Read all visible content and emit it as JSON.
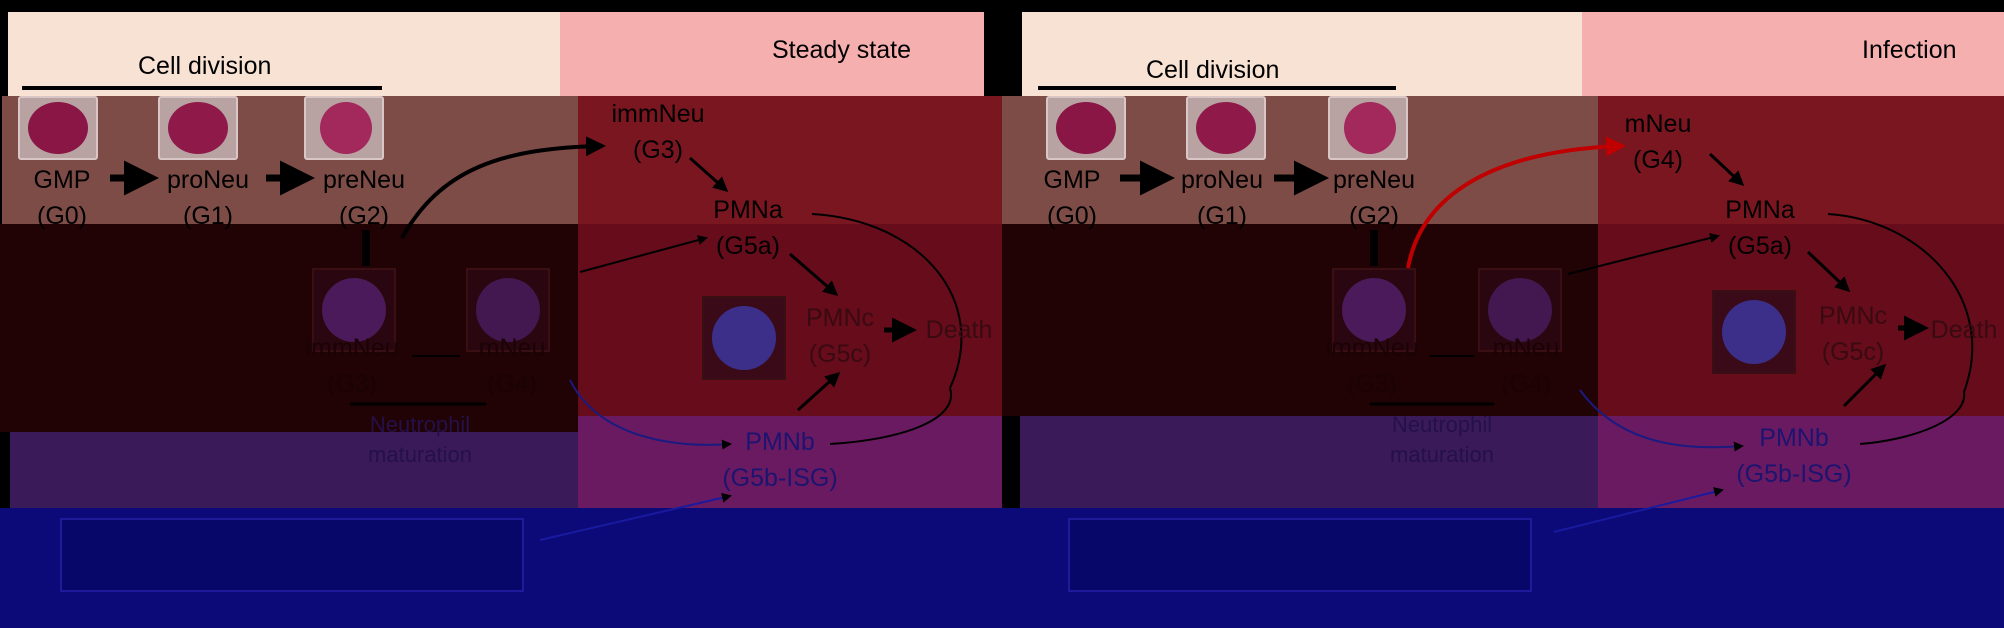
{
  "colors": {
    "beige": "#f7e2d4",
    "pink": "#f6afaf",
    "dark_red": "#7a1620",
    "steady_arrow": "#000000",
    "infection_arrow": "#c00000",
    "cell_purple": "#8a1645"
  },
  "panels": [
    {
      "state_label": "Steady state",
      "division_label": "Cell division",
      "immature_top": [
        "immNeu",
        "(G3)"
      ],
      "gmp": [
        "GMP",
        "(G0)"
      ],
      "proneu": [
        "proNeu",
        "(G1)"
      ],
      "preneu": [
        "preNeu",
        "(G2)"
      ],
      "pmna": [
        "PMNa",
        "(G5a)"
      ],
      "pmnc": [
        "PMNc",
        "(G5c)"
      ],
      "death": "Death",
      "pmnb": [
        "PMNb",
        "(G5b-ISG)"
      ],
      "immneu_bottom": [
        "immNeu",
        "(G3)"
      ],
      "mneu_bottom": [
        "mNeu",
        "(G4)"
      ],
      "maturation_label": [
        "Neutrophil",
        "maturation"
      ]
    },
    {
      "state_label": "Infection",
      "division_label": "Cell division",
      "immature_top": [
        "mNeu",
        "(G4)"
      ],
      "gmp": [
        "GMP",
        "(G0)"
      ],
      "proneu": [
        "proNeu",
        "(G1)"
      ],
      "preneu": [
        "preNeu",
        "(G2)"
      ],
      "pmna": [
        "PMNa",
        "(G5a)"
      ],
      "pmnc": [
        "PMNc",
        "(G5c)"
      ],
      "death": "Death",
      "pmnb": [
        "PMNb",
        "(G5b-ISG)"
      ],
      "immneu_bottom": [
        "immNeu",
        "(G3)"
      ],
      "mneu_bottom": [
        "mNeu",
        "(G4)"
      ],
      "maturation_label": [
        "Neutrophil",
        "maturation"
      ]
    }
  ]
}
